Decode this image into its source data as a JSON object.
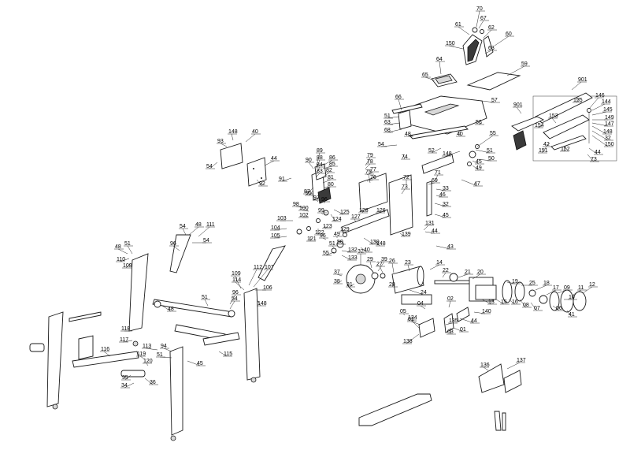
{
  "callouts": [
    "70",
    "67",
    "61",
    "62",
    "60",
    "150",
    "63",
    "64",
    "59",
    "65",
    "57",
    "66",
    "51",
    "63",
    "68",
    "48",
    "40",
    "56",
    "54",
    "74",
    "52",
    "148",
    "55",
    "51",
    "45",
    "50",
    "49",
    "47",
    "901",
    "146",
    "144",
    "145",
    "149",
    "147",
    "148",
    "32",
    "150",
    "44",
    "73",
    "151",
    "152",
    "153",
    "155",
    "154",
    "42",
    "901",
    "148",
    "40",
    "93",
    "54",
    "44",
    "92",
    "89",
    "88",
    "90",
    "86",
    "85",
    "84",
    "83",
    "82",
    "91",
    "87",
    "95",
    "81",
    "80",
    "97",
    "96",
    "98",
    "99",
    "100",
    "102",
    "103",
    "104",
    "105",
    "124",
    "125",
    "123",
    "122",
    "121",
    "79",
    "78",
    "77",
    "76",
    "75",
    "72",
    "71",
    "69",
    "33",
    "46",
    "32",
    "45",
    "73",
    "128",
    "126",
    "127",
    "131",
    "139",
    "44",
    "43",
    "148",
    "40",
    "130",
    "132",
    "133",
    "129",
    "49",
    "50",
    "55",
    "51",
    "96",
    "54",
    "48",
    "111",
    "54",
    "96",
    "48",
    "51",
    "110",
    "108",
    "109",
    "112",
    "107",
    "106",
    "51",
    "96",
    "54",
    "48",
    "114",
    "148",
    "94",
    "51",
    "118",
    "117",
    "113",
    "119",
    "120",
    "116",
    "45",
    "115",
    "35",
    "36",
    "34",
    "37",
    "38",
    "39",
    "31",
    "32",
    "29",
    "27",
    "28",
    "26",
    "24",
    "23",
    "14",
    "22",
    "21",
    "20",
    "19",
    "25",
    "18",
    "17",
    "09",
    "10",
    "11",
    "12",
    "13",
    "15",
    "16",
    "08",
    "07",
    "06",
    "41",
    "140",
    "44",
    "03",
    "02",
    "04",
    "05",
    "01",
    "134",
    "135",
    "01",
    "138",
    "136",
    "137"
  ],
  "colors": {
    "line": "#1a1a1a",
    "background": "#ffffff"
  }
}
